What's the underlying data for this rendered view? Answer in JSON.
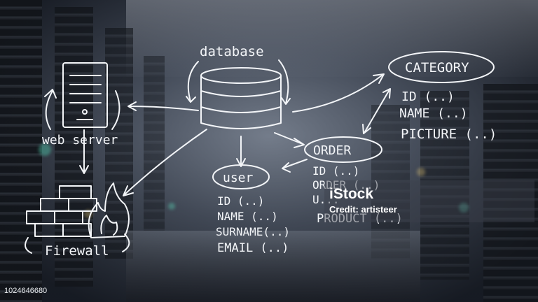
{
  "diagram": {
    "database_label": "database",
    "web_server_label": "web server",
    "firewall_label": "Firewall",
    "category": {
      "title": "CATEGORY",
      "fields": [
        "ID  (..)",
        "NAME (..)",
        "PICTURE (..)"
      ]
    },
    "order": {
      "title": "ORDER",
      "fields": [
        "ID  (..)",
        "ORDER (..)",
        "U...",
        "PRODUCT (..)"
      ]
    },
    "user": {
      "title": "user",
      "fields": [
        "ID  (..)",
        "NAME (..)",
        "SURNAME(..)",
        "EMAIL (..)"
      ]
    }
  },
  "watermark": {
    "logo": "iStock",
    "credit": "Credit: artisteer"
  },
  "stock_id": "1024646680",
  "colors": {
    "chalk": "#f3f5f8",
    "background": "#2c323c"
  }
}
